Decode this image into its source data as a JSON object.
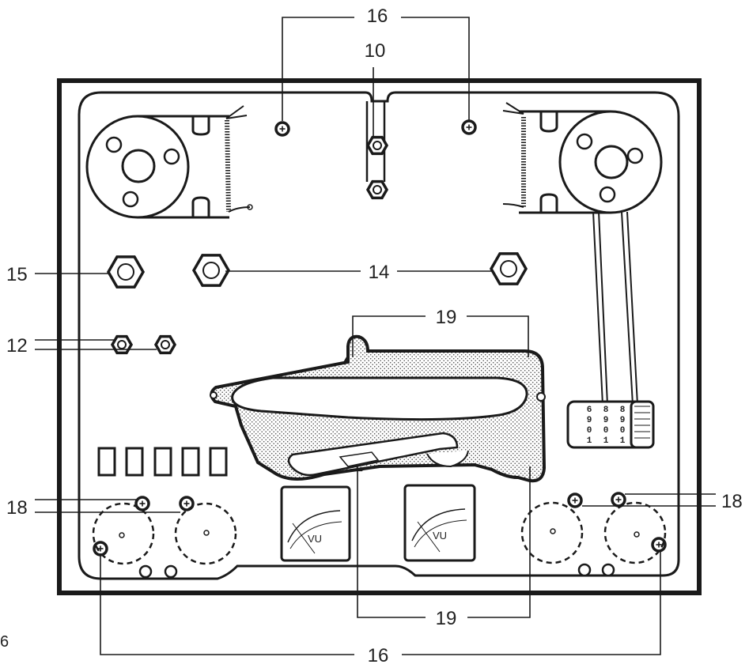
{
  "callouts": {
    "c16_top": "16",
    "c10": "10",
    "c15": "15",
    "c14": "14",
    "c12": "12",
    "c19_top": "19",
    "c18_left": "18",
    "c18_right": "18",
    "c19_bottom": "19",
    "c16_bottom": "16"
  },
  "meters": {
    "left": "VU",
    "right": "VU"
  },
  "counter": {
    "columns": [
      [
        "6",
        "9",
        "0",
        "1"
      ],
      [
        "8",
        "9",
        "0",
        "1"
      ],
      [
        "8",
        "9",
        "0",
        "1"
      ]
    ]
  },
  "page_number": "6"
}
